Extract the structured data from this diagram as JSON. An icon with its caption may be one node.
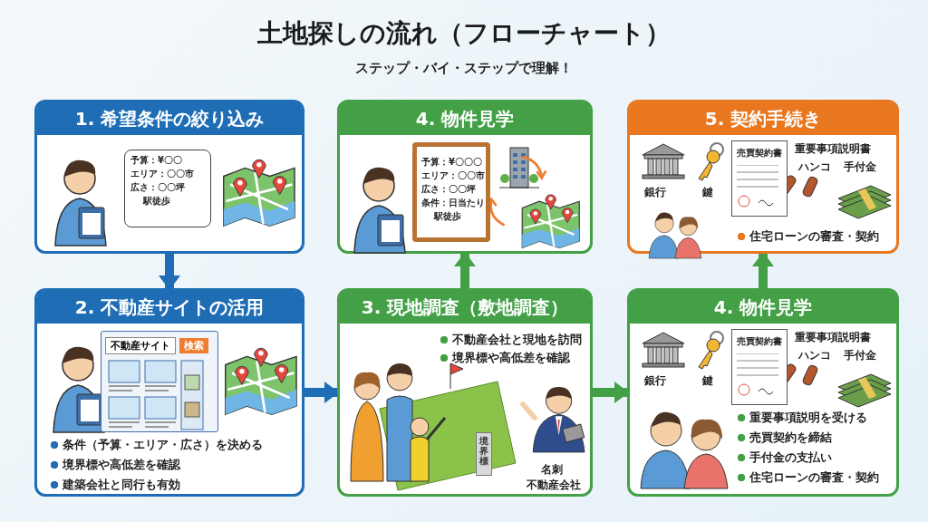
{
  "diagram": {
    "title": "土地探しの流れ（フローチャート）",
    "nodes": [
      {
        "text": [
          "1. 希望条件の絞り込み"
        ]
      },
      {
        "text": [
          "予算：¥〇〇",
          "エリア：〇〇市",
          "広さ：〇〇坪",
          "駅徒歩"
        ],
        "in": 0
      },
      {
        "text": [
          "4. 物件見学"
        ]
      },
      {
        "text": [
          "予算：¥〇〇〇",
          "エリア：〇〇市",
          "広さ：〇〇坪",
          "条件：日当たり",
          "駅徒歩"
        ],
        "in": 2
      },
      {
        "text": [
          "5. 契約手続き",
          "銀行",
          "鍵",
          "重要事項説明書",
          "ハンコ",
          "手付金",
          "住宅ローンの審査・契約"
        ]
      },
      {
        "text": [
          "売買契約書"
        ],
        "in": 4
      },
      {
        "text": [
          "2. 不動産サイトの活用",
          "条件（予算・エリア・広さ）を決める",
          "境界標や高低差を確認",
          "建築会社と同行も有効"
        ]
      },
      {
        "text": [
          "不動産サイト",
          "検索"
        ],
        "in": 6
      },
      {
        "text": [
          "3. 現地調査（敷地調査）",
          "不動産会社と現地を訪問",
          "境界標や高低差を確認",
          "境界標",
          "名刺",
          "不動産会社"
        ]
      },
      {
        "text": [
          "4. 物件見学",
          "銀行",
          "鍵",
          "重要事項説明書",
          "ハンコ",
          "手付金",
          "重要事項説明を受ける",
          "売買契約を締結",
          "手付金の支払い",
          "住宅ローンの審査・契約"
        ]
      },
      {
        "text": [
          "売買契約書"
        ],
        "in": 9
      }
    ],
    "edges": [
      {
        "from": 0,
        "to": 6,
        "arrow": "to",
        "color": "#1e6db5"
      },
      {
        "from": 6,
        "to": 8,
        "arrow": "to",
        "color": "#1e6db5"
      },
      {
        "from": 8,
        "to": 2,
        "arrow": "to"
      },
      {
        "from": 8,
        "to": 9,
        "arrow": "to"
      },
      {
        "from": 9,
        "to": 4,
        "arrow": "to"
      }
    ],
    "labels": [
      "ステップ・バイ・ステップで理解！"
    ]
  }
}
